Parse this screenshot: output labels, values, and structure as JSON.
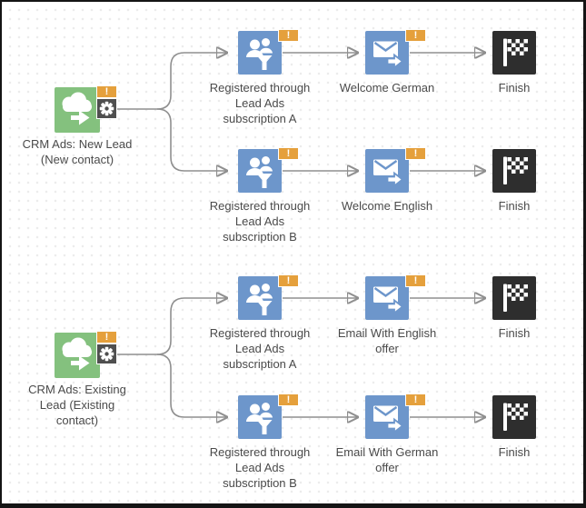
{
  "colors": {
    "trigger_green": "#84C17E",
    "action_blue": "#6D96CB",
    "warning_orange": "#E5A03C",
    "gear_gray": "#4F4F4F",
    "finish_black": "#2E2E2E",
    "connector_gray": "#8F8F8F",
    "label_text": "#4A4A4A",
    "dot_grid": "#ECECEC"
  },
  "badge": {
    "warning_glyph": "!"
  },
  "icons": {
    "trigger": "cloud-arrow-icon",
    "segment": "people-filter-icon",
    "email": "envelope-send-icon",
    "finish": "checkered-flag-icon",
    "settings": "gear-icon",
    "warning": "exclamation-warning-badge"
  },
  "nodes": {
    "trigger1": {
      "lines": [
        "CRM Ads: New Lead",
        "(New contact)"
      ]
    },
    "trigger2": {
      "lines": [
        "CRM Ads: Existing",
        "Lead (Existing",
        "contact)"
      ]
    },
    "segment1": {
      "lines": [
        "Registered through",
        "Lead Ads",
        "subscription A"
      ]
    },
    "segment2": {
      "lines": [
        "Registered through",
        "Lead Ads",
        "subscription B"
      ]
    },
    "segment3": {
      "lines": [
        "Registered through",
        "Lead Ads",
        "subscription A"
      ]
    },
    "segment4": {
      "lines": [
        "Registered through",
        "Lead Ads",
        "subscription B"
      ]
    },
    "email1": {
      "lines": [
        "Welcome German"
      ]
    },
    "email2": {
      "lines": [
        "Welcome English"
      ]
    },
    "email3": {
      "lines": [
        "Email With English",
        "offer"
      ]
    },
    "email4": {
      "lines": [
        "Email With German",
        "offer"
      ]
    },
    "finish1": {
      "label": "Finish"
    },
    "finish2": {
      "label": "Finish"
    },
    "finish3": {
      "label": "Finish"
    },
    "finish4": {
      "label": "Finish"
    }
  }
}
